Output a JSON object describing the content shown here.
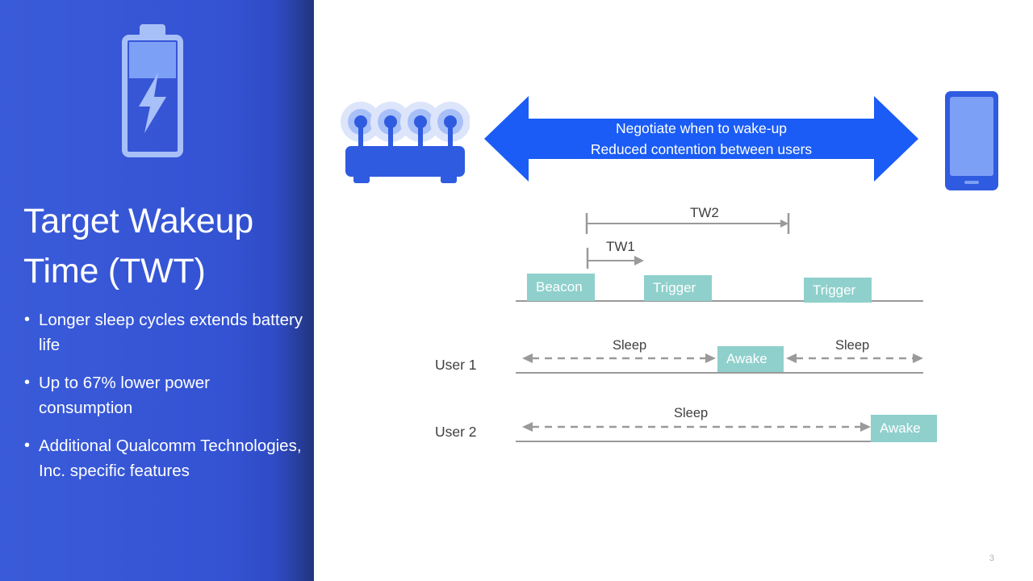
{
  "slide": {
    "number": "3",
    "title": "Target Wakeup Time (TWT)",
    "bullets": [
      "Longer sleep cycles extends battery life",
      "Up to 67% lower power consumption",
      "Additional Qualcomm Technologies, Inc. specific features"
    ]
  },
  "icons": {
    "battery": "battery-charging-icon",
    "router": "wifi-router-icon",
    "phone": "smartphone-icon"
  },
  "banner": {
    "line1": "Negotiate when to wake-up",
    "line2": "Reduced contention between users"
  },
  "diagram": {
    "measures": [
      {
        "label": "TW2"
      },
      {
        "label": "TW1"
      }
    ],
    "ap_events": [
      {
        "label": "Beacon"
      },
      {
        "label": "Trigger"
      },
      {
        "label": "Trigger"
      }
    ],
    "users": [
      {
        "label": "User 1",
        "segments": [
          {
            "label": "Sleep"
          },
          {
            "label": "Awake"
          },
          {
            "label": "Sleep"
          }
        ]
      },
      {
        "label": "User 2",
        "segments": [
          {
            "label": "Sleep"
          },
          {
            "label": "Awake"
          }
        ]
      }
    ]
  },
  "colors": {
    "panel_blue": "#3453D4",
    "arrow_blue": "#1A5CF5",
    "teal": "#8FD0CC",
    "icon_light_blue": "#7DA0F7",
    "gray_line": "#9a9a9a"
  }
}
